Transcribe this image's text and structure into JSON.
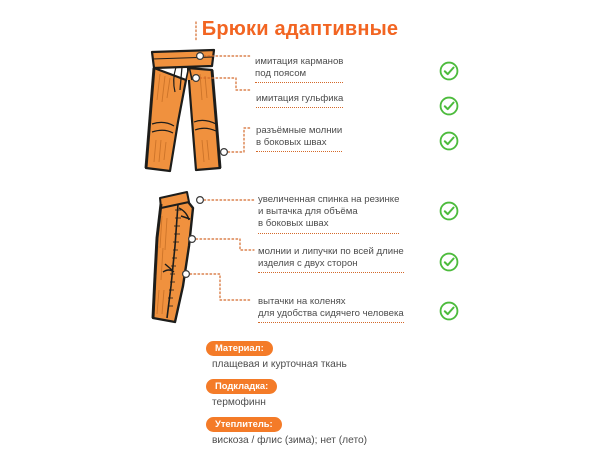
{
  "title": "Брюки адаптивные",
  "colors": {
    "accent_orange": "#F26522",
    "badge_orange": "#F47B28",
    "leader_line": "#D4692A",
    "check_green": "#4CBB3C",
    "text": "#4c4c4c",
    "background": "#ffffff",
    "garment_fill": "#F0913E",
    "garment_outline": "#1d1d1b"
  },
  "illustrations": [
    {
      "name": "adaptive-trousers-front-view",
      "alt": "Брюки адаптивные, вид спереди"
    },
    {
      "name": "adaptive-trousers-side-view",
      "alt": "Брюки адаптивные, вид сбоку"
    }
  ],
  "features_top": [
    {
      "lines": [
        "имитация карманов",
        "под поясом"
      ],
      "check_icon": "check-circle-icon",
      "checked": true
    },
    {
      "lines": [
        "имитация гульфика"
      ],
      "check_icon": "check-circle-icon",
      "checked": true
    },
    {
      "lines": [
        "разъёмные молнии",
        "в боковых швах"
      ],
      "check_icon": "check-circle-icon",
      "checked": true
    }
  ],
  "features_mid": [
    {
      "lines": [
        "увеличенная спинка на резинке",
        "и вытачка для объёма",
        "в боковых швах"
      ],
      "check_icon": "check-circle-icon",
      "checked": true
    },
    {
      "lines": [
        "молнии и липучки по всей длине",
        "изделия с двух сторон"
      ],
      "check_icon": "check-circle-icon",
      "checked": true
    },
    {
      "lines": [
        "вытачки на коленях",
        "для удобства сидячего человека"
      ],
      "check_icon": "check-circle-icon",
      "checked": true
    }
  ],
  "specs": [
    {
      "label": "Материал:",
      "value": "плащевая и курточная ткань"
    },
    {
      "label": "Подкладка:",
      "value": "термофинн"
    },
    {
      "label": "Утеплитель:",
      "value": "вискоза / флис (зима); нет (лето)"
    }
  ]
}
